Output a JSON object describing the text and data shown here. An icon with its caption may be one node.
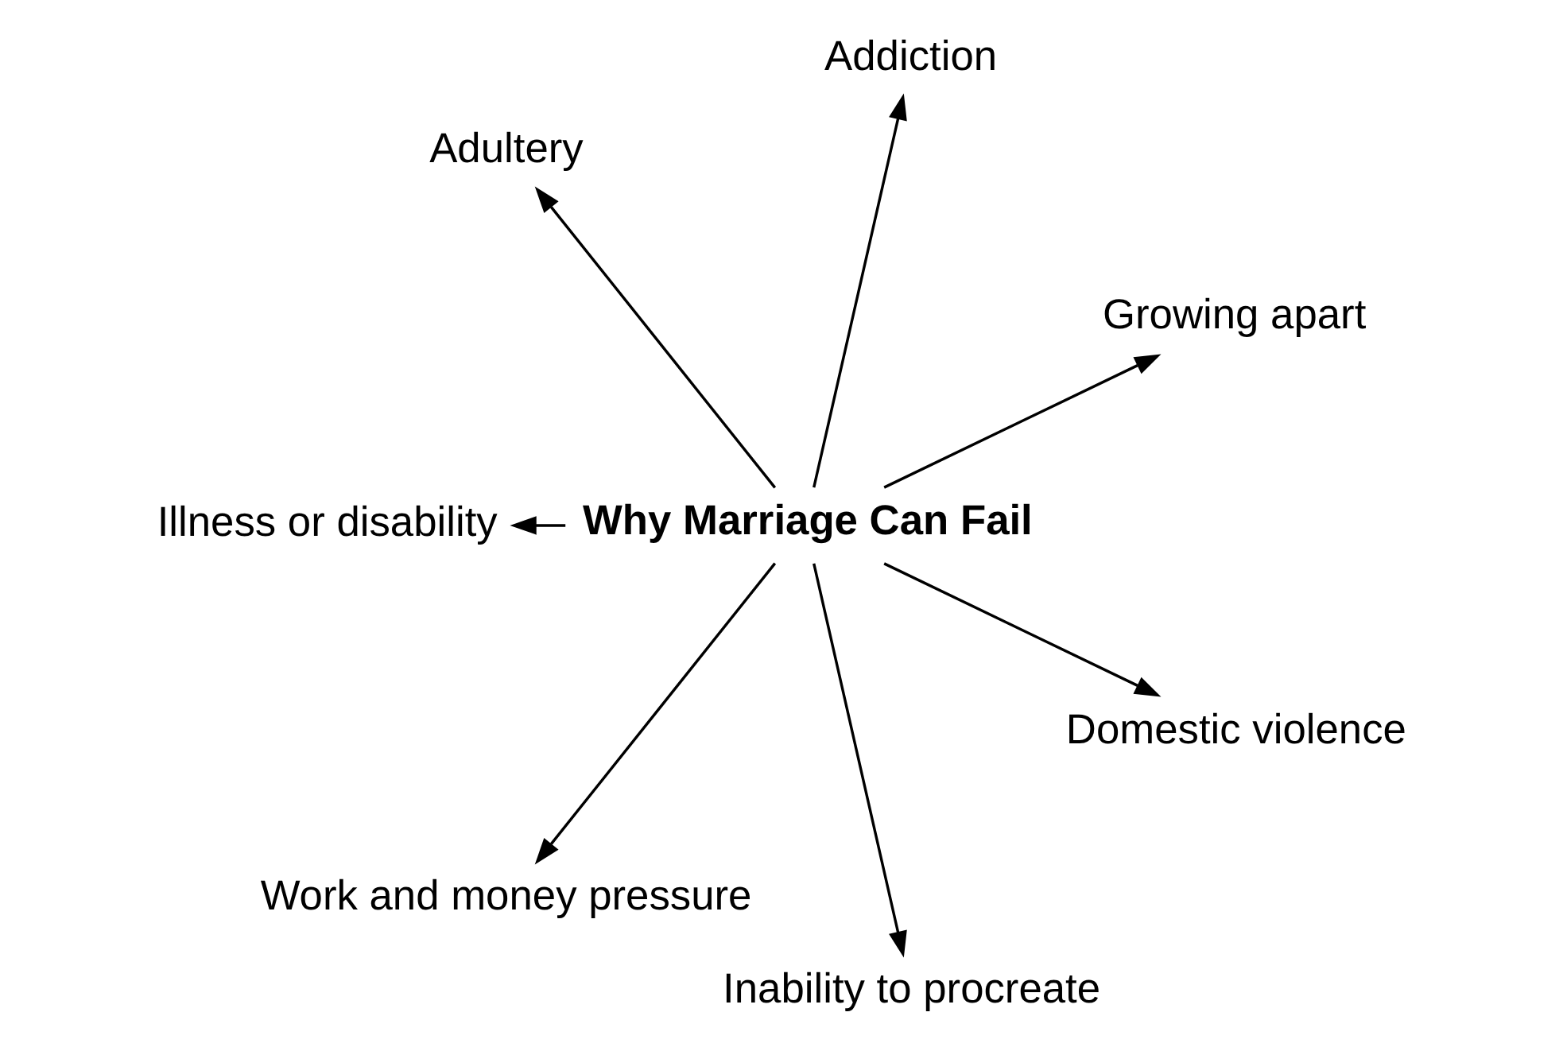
{
  "diagram": {
    "nodes": [
      {
        "text": [
          "Growing apart"
        ]
      },
      {
        "text": [
          "Addiction"
        ]
      },
      {
        "text": [
          "Adultery"
        ]
      },
      {
        "text": [
          "Illness or disability"
        ]
      },
      {
        "text": [
          "Why Marriage Can Fail"
        ]
      },
      {
        "text": [
          "Work and money pressure"
        ]
      },
      {
        "text": [
          "Inability to procreate"
        ]
      },
      {
        "text": [
          "Domestic violence"
        ]
      }
    ],
    "edges": [
      {
        "from": 4,
        "to": 0,
        "arrow": "to"
      },
      {
        "from": 4,
        "to": 1,
        "arrow": "to"
      },
      {
        "from": 4,
        "to": 2,
        "arrow": "to"
      },
      {
        "from": 4,
        "to": 3,
        "arrow": "to"
      },
      {
        "from": 4,
        "to": 5,
        "arrow": "to"
      },
      {
        "from": 4,
        "to": 6,
        "arrow": "to"
      },
      {
        "from": 4,
        "to": 7,
        "arrow": "to"
      }
    ]
  }
}
